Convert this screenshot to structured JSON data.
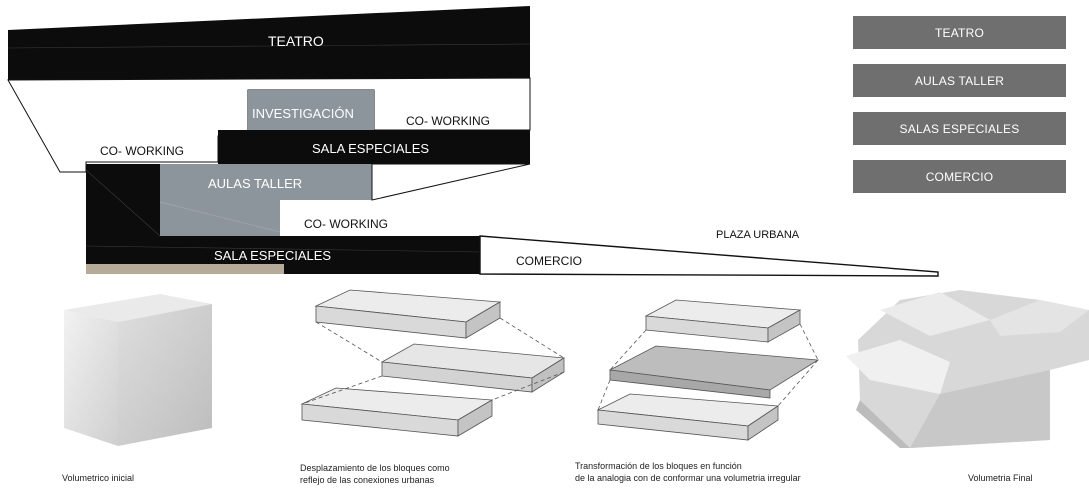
{
  "section": {
    "labels": {
      "teatro": "TEATRO",
      "investigacion": "INVESTIGACIÓN",
      "coworking_right": "CO- WORKING",
      "coworking_left": "CO- WORKING",
      "sala_especiales_top": "SALA ESPECIALES",
      "aulas_taller": "AULAS TALLER",
      "coworking_mid": "CO- WORKING",
      "sala_especiales_bottom": "SALA ESPECIALES",
      "plaza_urbana": "PLAZA URBANA",
      "comercio": "COMERCIO"
    }
  },
  "legend": {
    "items": [
      "TEATRO",
      "AULAS TALLER",
      "SALAS ESPECIALES",
      "COMERCIO"
    ],
    "color": "#6f6f6f"
  },
  "captions": {
    "step1": "Volumetrico inicial",
    "step2_line1": "Desplazamiento de los bloques como",
    "step2_line2": "reflejo de las conexiones urbanas",
    "step3_line1": "Transformación de los bloques en función",
    "step3_line2": "de la analogia con de conformar una volumetria irregular",
    "step4": "Volumetria Final"
  },
  "colors": {
    "black": "#0c0c0c",
    "grey": "#8c959b",
    "sand": "#b5ab98"
  }
}
